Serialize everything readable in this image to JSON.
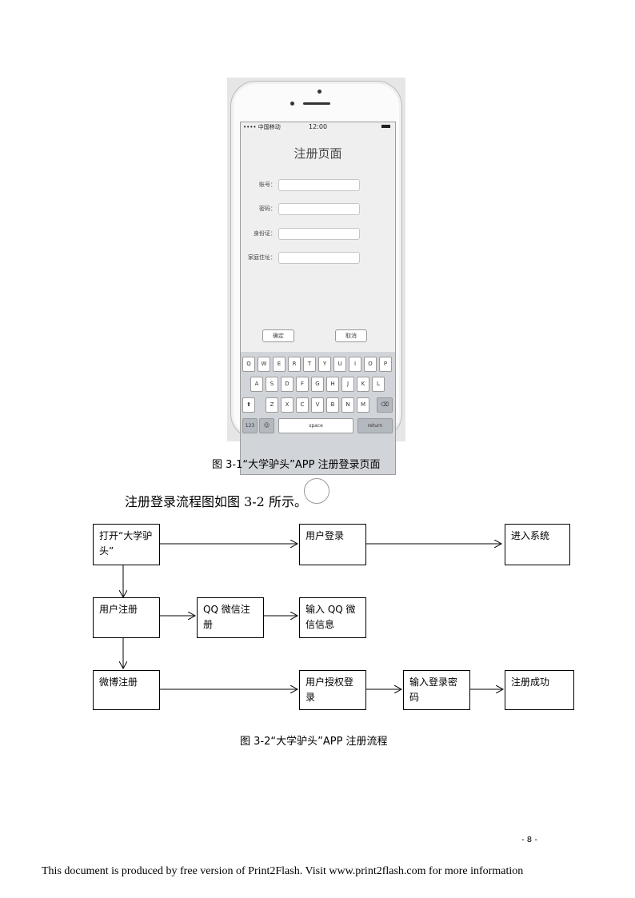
{
  "phone": {
    "status": {
      "carrier": "•••• 中国移动",
      "time": "12:00"
    },
    "title": "注册页面",
    "fields": [
      {
        "label": "账号："
      },
      {
        "label": "密码："
      },
      {
        "label": "身份证："
      },
      {
        "label": "家庭住址："
      }
    ],
    "buttons": {
      "confirm": "确定",
      "cancel": "取消"
    },
    "keyboard": {
      "row1": [
        "Q",
        "W",
        "E",
        "R",
        "T",
        "Y",
        "U",
        "I",
        "O",
        "P"
      ],
      "row2": [
        "A",
        "S",
        "D",
        "F",
        "G",
        "H",
        "J",
        "K",
        "L"
      ],
      "row3": [
        "Z",
        "X",
        "C",
        "V",
        "B",
        "N",
        "M"
      ],
      "shift": "⬆",
      "backspace": "⌫",
      "numbers": "123",
      "emoji": "☺",
      "space": "space",
      "return": "return"
    }
  },
  "figure1_caption": "图 3-1“大学驴头”APP 注册登录页面",
  "body_text": "注册登录流程图如图 3-2 所示。",
  "flowchart": {
    "open": "打开“大学驴头”",
    "login": "用户登录",
    "enter": "进入系统",
    "register": "用户注册",
    "qq_register": "QQ 微信注册",
    "qq_info": "输入 QQ 微信信息",
    "weibo": "微博注册",
    "auth": "用户授权登录",
    "password": "输入登录密码",
    "success": "注册成功"
  },
  "figure2_caption": "图 3-2“大学驴头”APP 注册流程",
  "page_number": "- 8 -",
  "footer": "This document is produced by free version of Print2Flash. Visit www.print2flash.com for more information"
}
